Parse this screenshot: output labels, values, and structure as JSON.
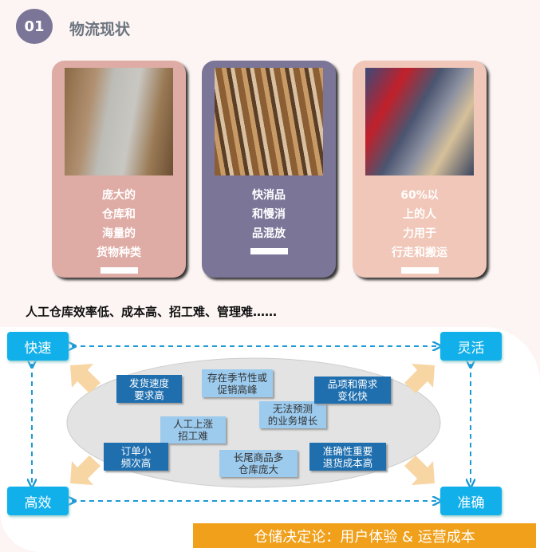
{
  "header": {
    "number": "01",
    "title": "物流现状"
  },
  "cards": [
    {
      "lines": [
        "庞大的",
        "仓库和",
        "海量的",
        "货物种类"
      ],
      "color": "#dfaca5"
    },
    {
      "lines": [
        "快消品",
        "和慢消",
        "品混放"
      ],
      "color": "#7b7598"
    },
    {
      "lines": [
        "60%以",
        "上的人",
        "力用于",
        "行走和搬运"
      ],
      "color": "#f0c7b8"
    }
  ],
  "subtitle": "人工仓库效率低、成本高、招工难、管理难……",
  "corners": {
    "top_left": "快速",
    "top_right": "灵活",
    "bottom_left": "高效",
    "bottom_right": "准确"
  },
  "issues": [
    {
      "l1": "发货速度",
      "l2": "要求高"
    },
    {
      "l1": "存在季节性或",
      "l2": "促销高峰"
    },
    {
      "l1": "品项和需求",
      "l2": "变化快"
    },
    {
      "l1": "无法预测",
      "l2": "的业务增长"
    },
    {
      "l1": "人工上涨",
      "l2": "招工难"
    },
    {
      "l1": "订单小",
      "l2": "频次高"
    },
    {
      "l1": "长尾商品多",
      "l2": "仓库庞大"
    },
    {
      "l1": "准确性重要",
      "l2": "退货成本高"
    }
  ],
  "banner": "仓储决定论：用户体验 & 运营成本"
}
